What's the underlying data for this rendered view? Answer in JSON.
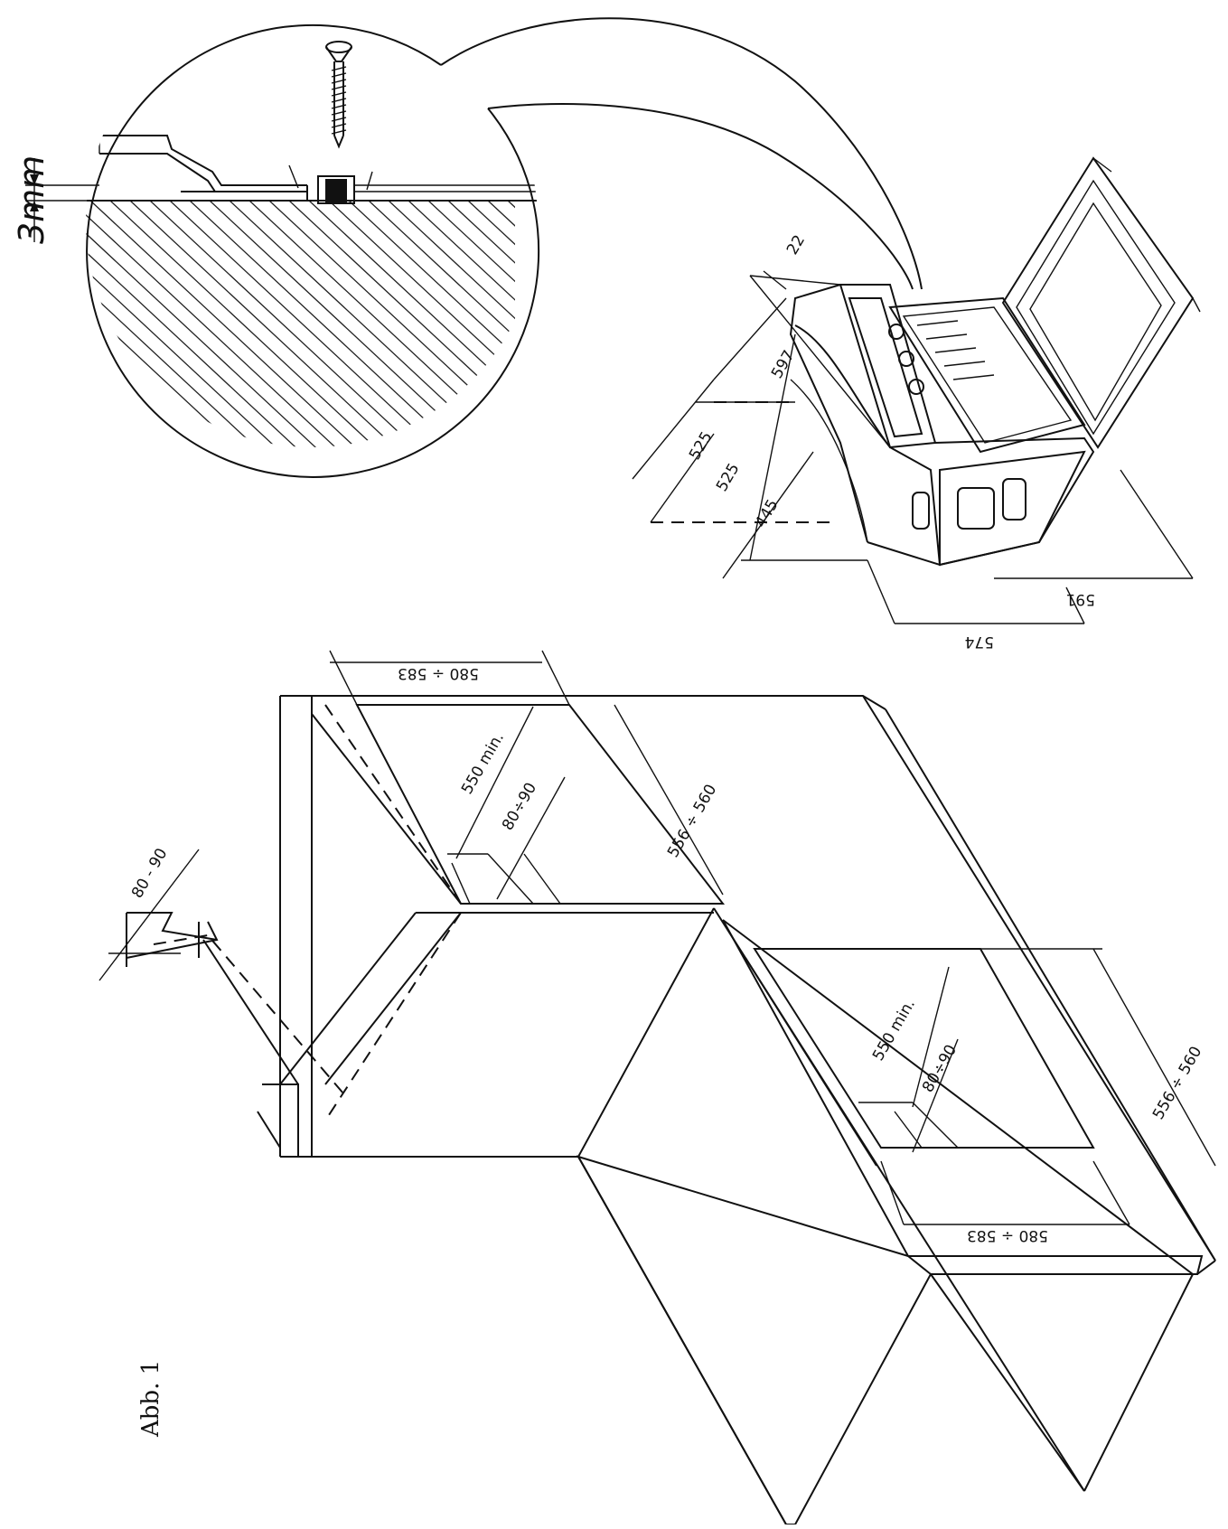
{
  "figure_label": "Abb. 1",
  "detail_gap": "3mm",
  "dims": {
    "d22": "22",
    "d597": "597",
    "d525a": "525",
    "d525b": "525",
    "d445": "445",
    "d591": "591",
    "d574": "574",
    "top_80_90": "80 - 90",
    "top_580_583": "580 ÷ 583",
    "top_550": "550 min.",
    "top_80_90b": "80÷90",
    "top_556_560": "556 ÷ 560",
    "bot_550": "550 min.",
    "bot_80_90": "80÷90",
    "bot_556_560": "556 ÷ 560",
    "bot_580_583": "580 ÷ 583"
  }
}
